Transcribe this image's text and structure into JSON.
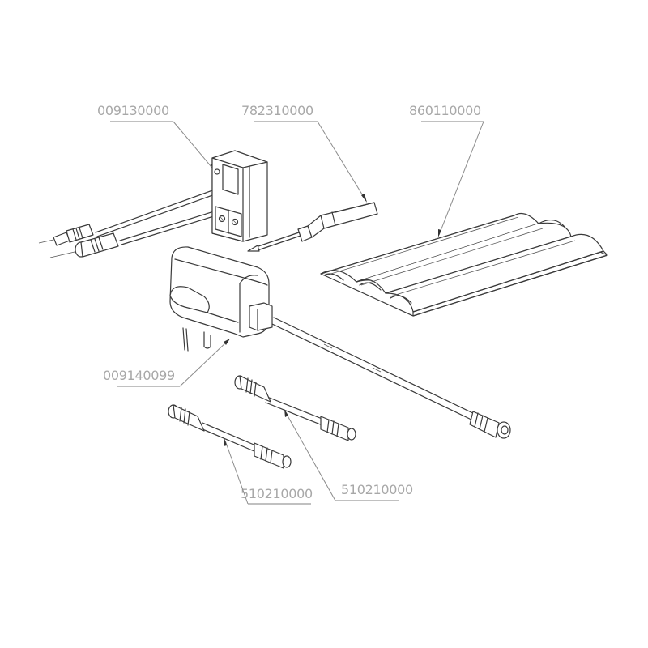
{
  "diagram": {
    "type": "exploded-parts-view",
    "background": "#ffffff",
    "line_color": "#3a3a3a",
    "label_color": "#a8a8a8",
    "parts": [
      {
        "id": "junction-box",
        "part_number": "009130000",
        "description": "junction box with terminal block and two cable leads"
      },
      {
        "id": "screwdriver",
        "part_number": "782310000",
        "description": "screwdriver"
      },
      {
        "id": "cable-cover",
        "part_number": "860110000",
        "description": "triple-channel cable cover strip"
      },
      {
        "id": "power-adapter",
        "part_number": "009140099",
        "description": "plug-in power adapter with output cable"
      },
      {
        "id": "extension-cable-a",
        "part_number": "510210000",
        "description": "short extension cable (front)"
      },
      {
        "id": "extension-cable-b",
        "part_number": "510210000",
        "description": "short extension cable (rear)"
      }
    ]
  },
  "labels": {
    "junction_box": "009130000",
    "screwdriver": "782310000",
    "cable_cover": "860110000",
    "power_adapter": "009140099",
    "extension_a": "510210000",
    "extension_b": "510210000"
  }
}
